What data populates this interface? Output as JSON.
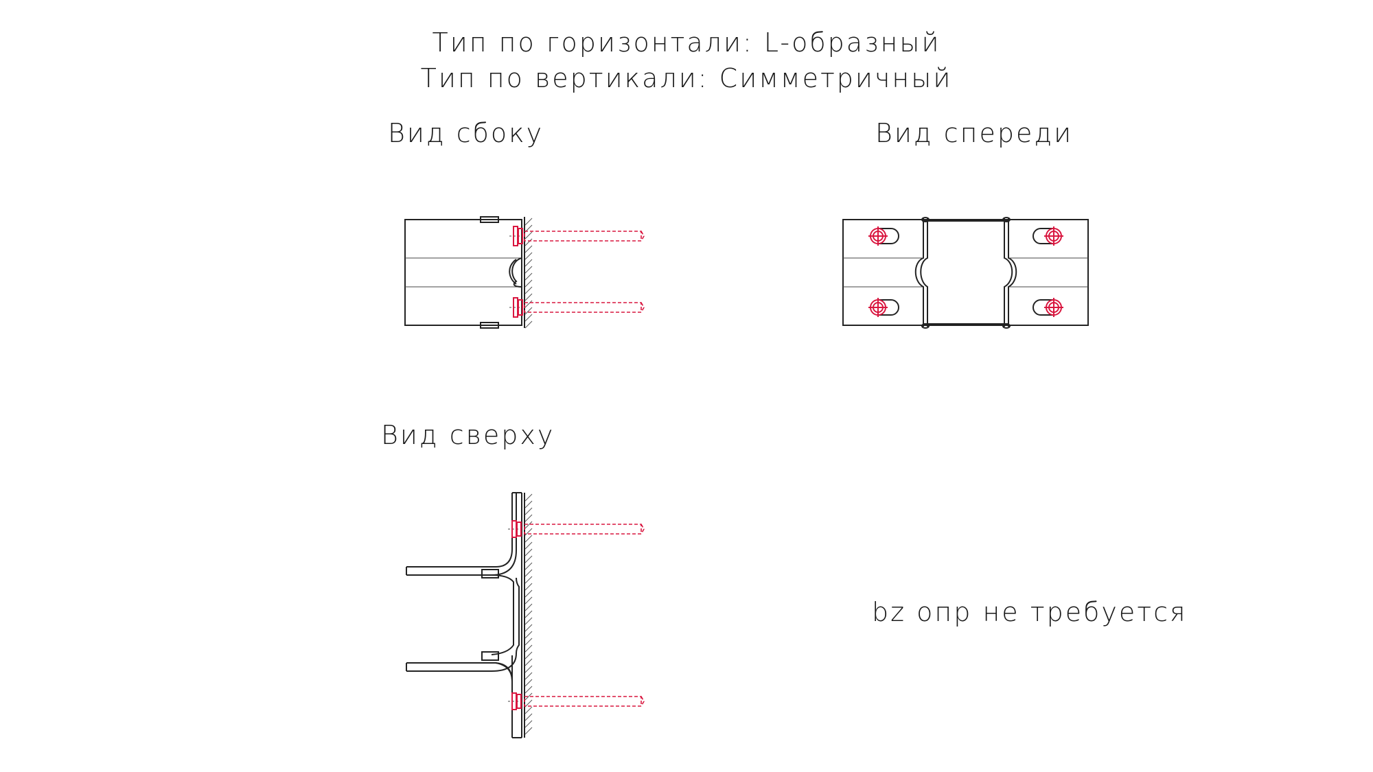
{
  "header": {
    "line1": "Тип по горизонтали: L-образный",
    "line2": "Тип по вертикали: Симметричный"
  },
  "views": {
    "side": "Вид сбоку",
    "front": "Вид спереди",
    "top": "Вид сверху"
  },
  "note": "bz опр не требуется",
  "colors": {
    "line": "#222222",
    "bolt": "#d9163f",
    "text": "#1a1a1a"
  }
}
